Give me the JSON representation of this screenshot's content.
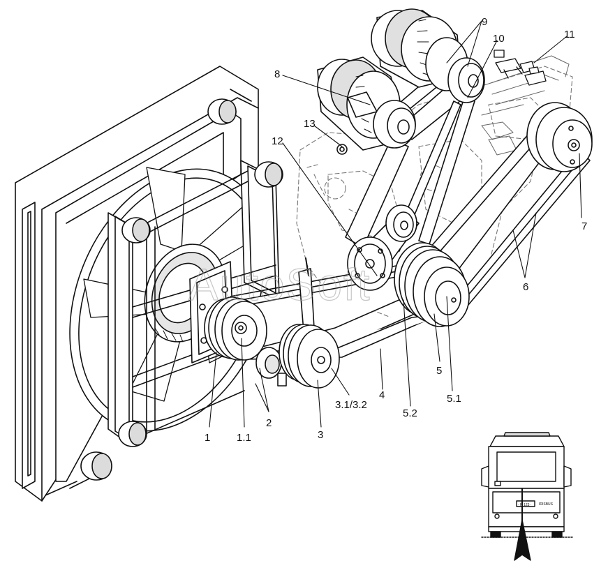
{
  "watermark": "AutoSoft",
  "callouts": [
    {
      "id": "1",
      "text": "1"
    },
    {
      "id": "1.1",
      "text": "1.1"
    },
    {
      "id": "2",
      "text": "2"
    },
    {
      "id": "3",
      "text": "3"
    },
    {
      "id": "3.1/3.2",
      "text": "3.1/3.2"
    },
    {
      "id": "4",
      "text": "4"
    },
    {
      "id": "5.2",
      "text": "5.2"
    },
    {
      "id": "5",
      "text": "5"
    },
    {
      "id": "5.1",
      "text": "5.1"
    },
    {
      "id": "6",
      "text": "6"
    },
    {
      "id": "7",
      "text": "7"
    },
    {
      "id": "8",
      "text": "8"
    },
    {
      "id": "9",
      "text": "9"
    },
    {
      "id": "10",
      "text": "10"
    },
    {
      "id": "11",
      "text": "11"
    },
    {
      "id": "12",
      "text": "12"
    },
    {
      "id": "13",
      "text": "13"
    }
  ],
  "inset": {
    "plate_text": "· R 123 ·",
    "brand_text": "IRISBUS"
  },
  "colors": {
    "line": "#111111",
    "shade": "#dcdcdc",
    "belt": "#ffffff"
  }
}
